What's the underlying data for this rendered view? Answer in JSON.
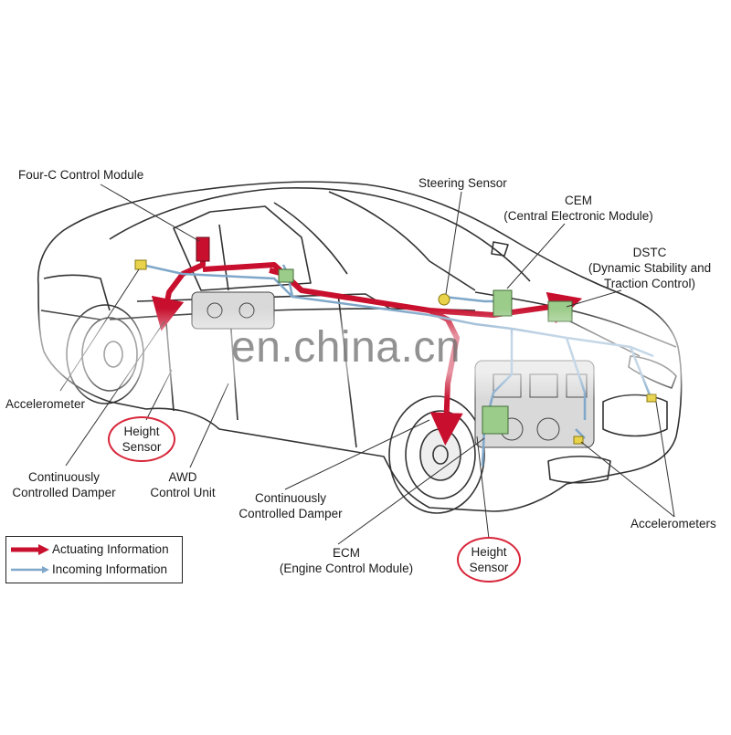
{
  "labels": {
    "four_c": "Four-C Control Module",
    "steering": "Steering Sensor",
    "cem_title": "CEM",
    "cem_sub": "(Central Electronic Module)",
    "dstc_title": "DSTC",
    "dstc_sub1": "(Dynamic Stability and",
    "dstc_sub2": "Traction Control)",
    "accelerometer": "Accelerometer",
    "height_rear_1": "Height",
    "height_rear_2": "Sensor",
    "ccd_rear_1": "Continuously",
    "ccd_rear_2": "Controlled Damper",
    "awd_1": "AWD",
    "awd_2": "Control Unit",
    "ccd_front_1": "Continuously",
    "ccd_front_2": "Controlled Damper",
    "ecm_1": "ECM",
    "ecm_2": "(Engine Control Module)",
    "height_front_1": "Height",
    "height_front_2": "Sensor",
    "accelerometers": "Accelerometers"
  },
  "legend": {
    "actuating": "Actuating Information",
    "incoming": "Incoming Information"
  },
  "watermark": "en.china.cn",
  "colors": {
    "actuating": "#c8102e",
    "incoming": "#7fa7c9",
    "module_green": "#9ccc8a",
    "sensor_yellow": "#e8d34a",
    "highlight_circle": "#d8263a"
  }
}
